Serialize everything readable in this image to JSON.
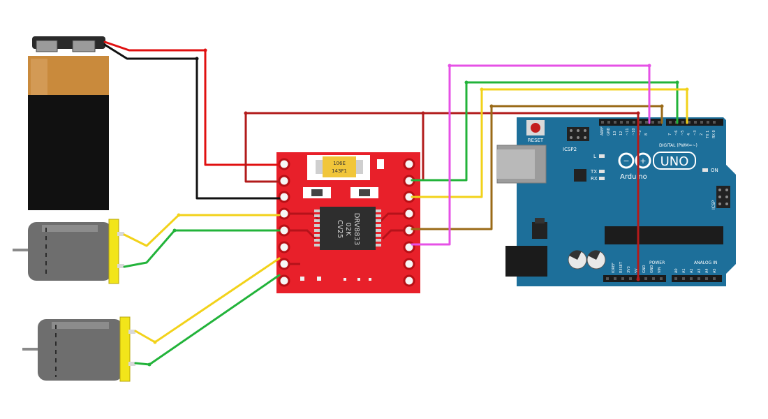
{
  "colors": {
    "background": "#ffffff",
    "battery_top": "#c98a3c",
    "battery_body": "#111111",
    "pcb_red": "#e8202a",
    "arduino_blue": "#1d6f9a",
    "motor_body": "#6e6e6e",
    "motor_terminal": "#f2e51a",
    "wire_red": "#e01010",
    "wire_black": "#111111",
    "wire_darkred": "#b21b1b",
    "wire_yellow": "#f2d21a",
    "wire_green": "#22b33a",
    "wire_magenta": "#e651e6",
    "wire_brown": "#9a6a17"
  },
  "driver": {
    "chip_lines": [
      "DRV8833",
      "02K",
      "CV25"
    ],
    "cap_lines": [
      "106E",
      "143F1"
    ]
  },
  "arduino": {
    "board_name": "UNO",
    "brand": "Arduino",
    "reset": "RESET",
    "icsp2": "ICSP2",
    "icsp": "ICSP",
    "led_l": "L",
    "tx": "TX",
    "rx": "RX",
    "on": "ON",
    "aref": "AREF",
    "gnd_top": "GND",
    "digital": "DIGITAL (PWM=~)",
    "power": "POWER",
    "analog_in": "ANALOG IN",
    "power_pins": [
      "IOREF",
      "RESET",
      "3V3",
      "5V",
      "GND",
      "GND",
      "VIN"
    ],
    "analog_pins": [
      "A0",
      "A1",
      "A2",
      "A3",
      "A4",
      "A5"
    ],
    "digital_pins": [
      "13",
      "12",
      "~11",
      "~10",
      "~9",
      "8",
      "7",
      "~6",
      "~5",
      "4",
      "~3",
      "2",
      "TX 1",
      "RX 0"
    ]
  },
  "components": {
    "battery": "9V battery",
    "motor_a": "DC motor A",
    "motor_b": "DC motor B"
  }
}
